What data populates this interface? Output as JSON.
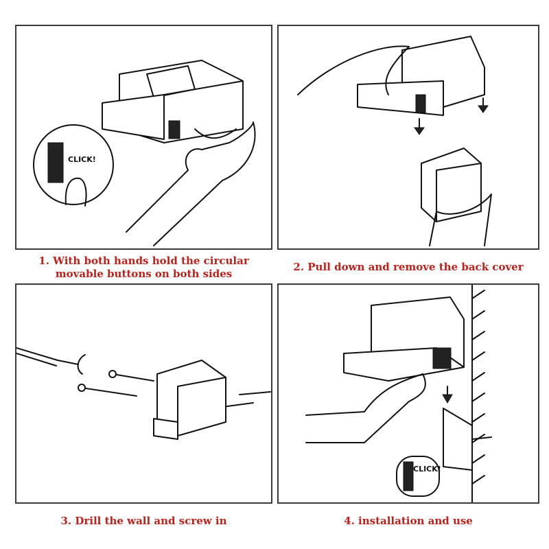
{
  "steps": [
    {
      "caption_line1": "1. With both hands hold the circular",
      "caption_line2": "movable buttons on both sides",
      "callout": "CLICK!"
    },
    {
      "caption_line1": "2. Pull down and remove the back cover",
      "caption_line2": ""
    },
    {
      "caption_line1": "3. Drill the wall and screw in",
      "caption_line2": ""
    },
    {
      "caption_line1": "4. installation and use",
      "caption_line2": "",
      "callout": "CLICK!"
    }
  ],
  "colors": {
    "caption": "#c0201a",
    "border": "#3a3a3a",
    "line": "#111111"
  }
}
